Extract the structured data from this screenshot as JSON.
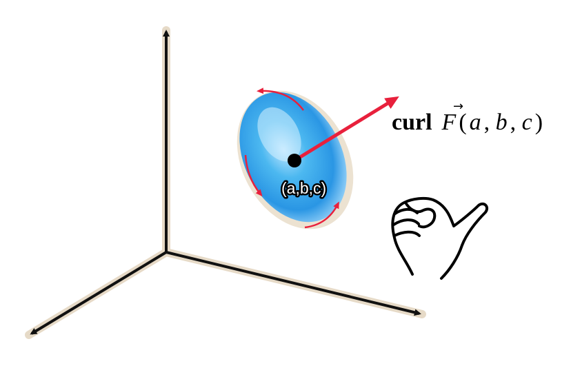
{
  "diagram": {
    "point_label": "(a,b,c)",
    "curl_label": {
      "op": "curl",
      "field": "F",
      "arrow_glyph": "→",
      "args_open": "(",
      "arg_a": "a",
      "sep1": ", ",
      "arg_b": "b",
      "sep2": ", ",
      "arg_c": "c",
      "args_close": ")"
    },
    "colors": {
      "axis": "#111111",
      "axis_shadow": "#e2d3bd",
      "disk_light": "#bfe6ff",
      "disk_mid": "#3fb2ee",
      "disk_dark": "#1580d8",
      "curl_vector": "#e8203c",
      "circulation_arrow": "#e8203c",
      "point": "#000000",
      "hand_outline": "#000000"
    },
    "icons": [
      "right-hand-thumb-icon"
    ]
  }
}
